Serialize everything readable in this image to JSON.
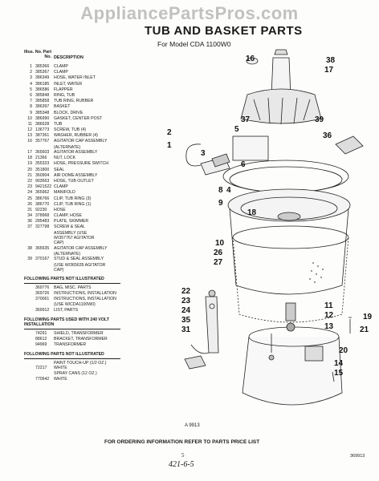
{
  "watermark": "AppliancePartsPros.com",
  "title": "TUB AND BASKET PARTS",
  "subtitle": "For Model CDA 1100W0",
  "table_header": {
    "ill": "Illus. No.",
    "part": "Part No.",
    "desc": "DESCRIPTION"
  },
  "parts": [
    {
      "ill": "1",
      "pn": "385366",
      "desc": "CLAMP"
    },
    {
      "ill": "2",
      "pn": "385367",
      "desc": "CLAMP"
    },
    {
      "ill": "3",
      "pn": "386349",
      "desc": "HOSE, WATER INLET"
    },
    {
      "ill": "4",
      "pn": "386185",
      "desc": "INLET, WATER"
    },
    {
      "ill": "5",
      "pn": "386586",
      "desc": "FLAPPER"
    },
    {
      "ill": "6",
      "pn": "385848",
      "desc": "RING, TUB"
    },
    {
      "ill": "7",
      "pn": "385858",
      "desc": "TUB RING, RUBBER"
    },
    {
      "ill": "8",
      "pn": "386397",
      "desc": "BASKET"
    },
    {
      "ill": "9",
      "pn": "385348",
      "desc": "BLOCK, DRIVE"
    },
    {
      "ill": "10",
      "pn": "386990",
      "desc": "GASKET, CENTER POST"
    },
    {
      "ill": "11",
      "pn": "386528",
      "desc": "TUB"
    },
    {
      "ill": "12",
      "pn": "136773",
      "desc": "SCREW, TUB (4)"
    },
    {
      "ill": "13",
      "pn": "387361",
      "desc": "WASHER, RUBBER (4)"
    },
    {
      "ill": "16",
      "pn": "357767",
      "desc": "AGITATOR CAP ASSEMBLY"
    },
    {
      "ill": "",
      "pn": "",
      "desc": "(ALTERNATE)"
    },
    {
      "ill": "17",
      "pn": "365603",
      "desc": "AGITATOR ASSEMBLY"
    },
    {
      "ill": "18",
      "pn": "21366",
      "desc": "NUT, LOCK"
    },
    {
      "ill": "19",
      "pn": "355323",
      "desc": "HOSE, PRESSURE SWITCH"
    },
    {
      "ill": "20",
      "pn": "351800",
      "desc": "SEAL"
    },
    {
      "ill": "21",
      "pn": "360904",
      "desc": "AIR DOME ASSEMBLY"
    },
    {
      "ill": "22",
      "pn": "903563",
      "desc": "HOSE, TUB OUTLET"
    },
    {
      "ill": "23",
      "pn": "9421522",
      "desc": "CLAMP"
    },
    {
      "ill": "24",
      "pn": "365962",
      "desc": "MANIFOLD"
    },
    {
      "ill": "25",
      "pn": "386766",
      "desc": "CLIP, TUB RING (3)"
    },
    {
      "ill": "26",
      "pn": "386770",
      "desc": "CLIP, TUB RING (1)"
    },
    {
      "ill": "31",
      "pn": "92230",
      "desc": "HOSE"
    },
    {
      "ill": "34",
      "pn": "378968",
      "desc": "CLAMP, HOSE"
    },
    {
      "ill": "36",
      "pn": "285483",
      "desc": "PLATE, SKIMMER"
    },
    {
      "ill": "37",
      "pn": "327798",
      "desc": "SCREW & SEAL"
    },
    {
      "ill": "",
      "pn": "",
      "desc": "ASSEMBLY (USE"
    },
    {
      "ill": "",
      "pn": "",
      "desc": "W/357767 AGITATOR"
    },
    {
      "ill": "",
      "pn": "",
      "desc": "CAP)"
    },
    {
      "ill": "38",
      "pn": "365635",
      "desc": "AGITATOR CAP ASSEMBLY"
    },
    {
      "ill": "",
      "pn": "",
      "desc": "(ALTERNATE)"
    },
    {
      "ill": "39",
      "pn": "370167",
      "desc": "STUD & SEAL ASSEMBLY"
    },
    {
      "ill": "",
      "pn": "",
      "desc": "(USE W/365635 AGITATOR"
    },
    {
      "ill": "",
      "pn": "",
      "desc": "CAP)"
    }
  ],
  "not_illustrated_title": "FOLLOWING PARTS NOT ILLUSTRATED",
  "not_illustrated": [
    {
      "pn": "369776",
      "desc": "BAG, MISC. PARTS"
    },
    {
      "pn": "369726",
      "desc": "INSTRUCTIONS, INSTALLATION"
    },
    {
      "pn": "370061",
      "desc": "INSTRUCTIONS, INSTALLATION"
    },
    {
      "pn": "",
      "desc": "(USE W/CDA1100W0)"
    },
    {
      "pn": "369912",
      "desc": "LIST, PARTS"
    }
  ],
  "volt240_title": "FOLLOWING PARTS USED WITH 240 VOLT INSTALLATION",
  "volt240": [
    {
      "pn": "74291",
      "desc": "SHIELD, TRANSFORMER"
    },
    {
      "pn": "88612",
      "desc": "BRACKET, TRANSFORMER"
    },
    {
      "pn": "94969",
      "desc": "TRANSFORMER"
    }
  ],
  "not_illustrated2_title": "FOLLOWING PARTS NOT ILLUSTRATED",
  "not_illustrated2": [
    {
      "pn": "",
      "desc": "PAINT TOUCH-UP (1/2 OZ.)"
    },
    {
      "pn": "72217",
      "desc": "WHITE"
    },
    {
      "pn": "",
      "desc": "SPRAY CANS (12 OZ.)"
    },
    {
      "pn": "770542",
      "desc": "WHITE"
    }
  ],
  "callouts": [
    "16",
    "38",
    "17",
    "37",
    "39",
    "2",
    "5",
    "36",
    "3",
    "1",
    "4",
    "6",
    "8",
    "9",
    "18",
    "10",
    "26",
    "27",
    "22",
    "23",
    "24",
    "35",
    "31",
    "11",
    "12",
    "13",
    "19",
    "21",
    "20",
    "14",
    "15"
  ],
  "figure_id": "A 9913",
  "footer": "FOR ORDERING INFORMATION REFER TO PARTS PRICE LIST",
  "page_number": "5",
  "hand_note": "421-6-5",
  "doc_id": "369913"
}
